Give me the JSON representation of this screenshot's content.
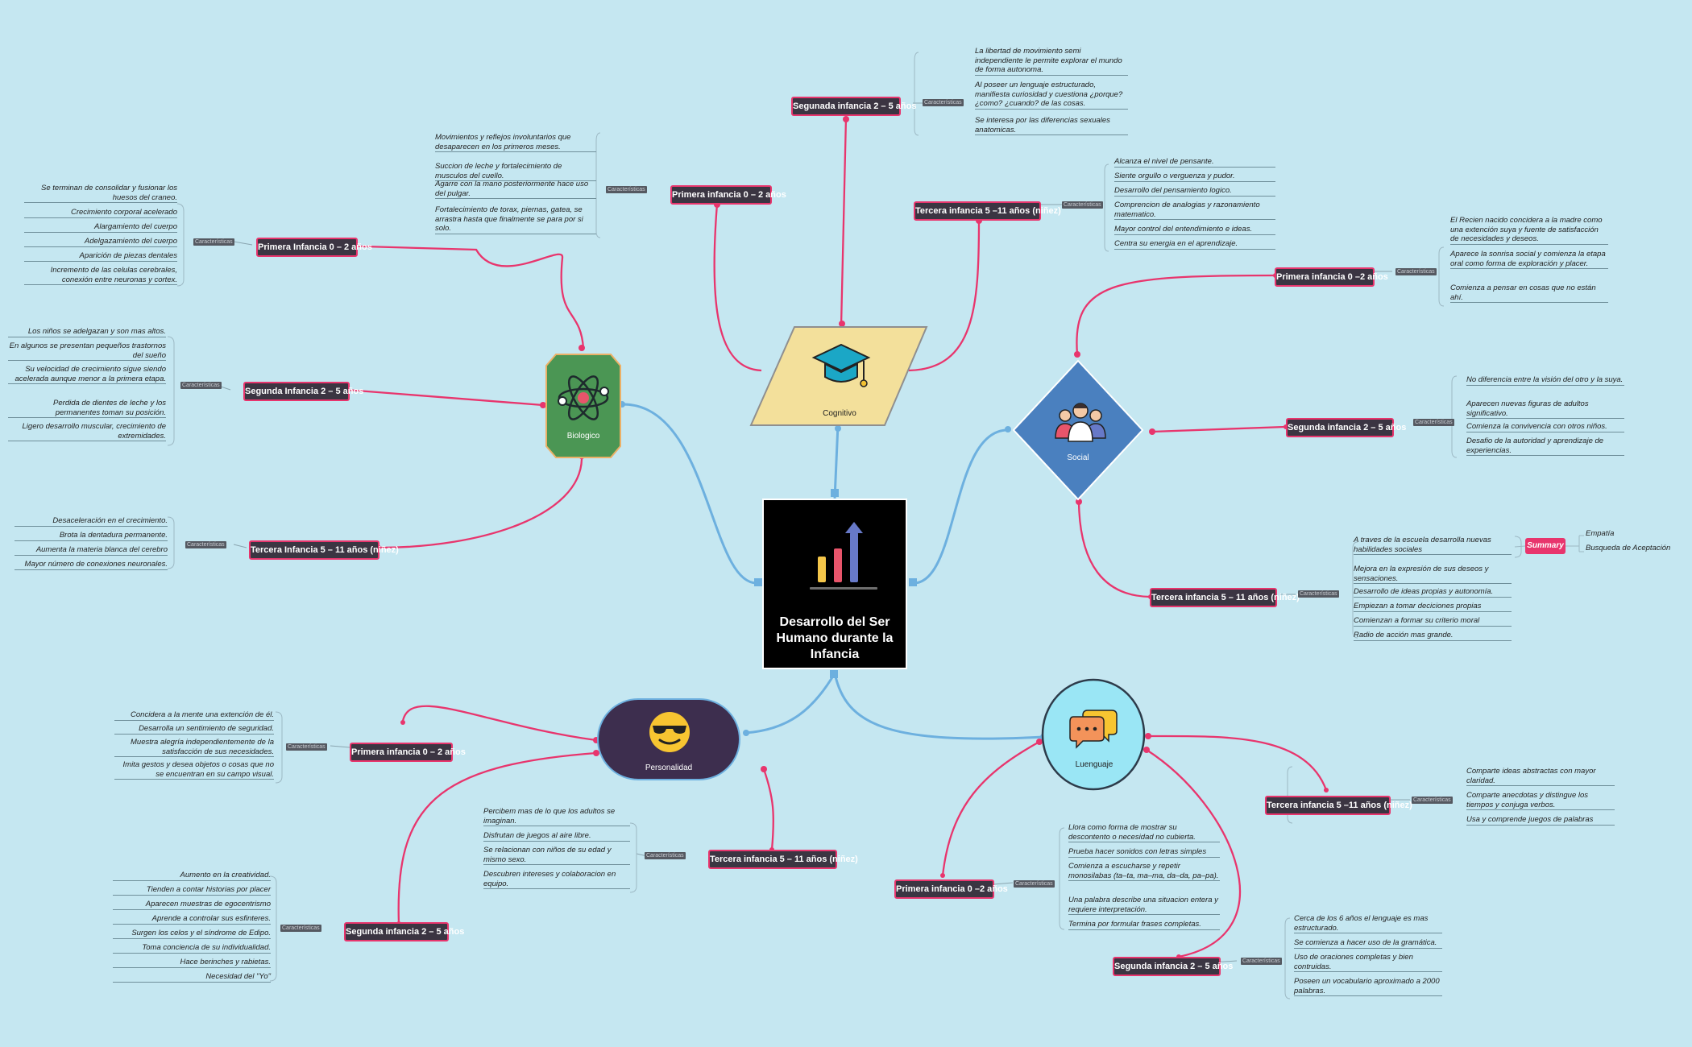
{
  "central": {
    "title": "Desarrollo del Ser Humano durante la Infancia"
  },
  "main": {
    "cognitivo": "Cognitivo",
    "biologico": "Biologico",
    "social": "Social",
    "personalidad": "Personalidad",
    "lenguaje": "Luenguaje"
  },
  "characteristics_label": "Características",
  "summary": {
    "label": "Summary",
    "items": [
      "Empatía",
      "Busqueda de Aceptación"
    ]
  },
  "cog": {
    "sub1": "Primera infancia 0 – 2 años",
    "sub1_items": [
      "Movimientos y reflejos involuntarios que desaparecen en los primeros meses.",
      "Succion de leche y fortalecimiento de musculos del cuello.",
      "Agarre con la mano posteriormente hace uso del pulgar.",
      "Fortalecimiento de torax, piernas, gatea, se arrastra hasta que finalmente se para por si solo."
    ],
    "sub2": "Segunada infancia 2 – 5 años",
    "sub2_items": [
      "La libertad de movimiento semi independiente le permite explorar el mundo de forma autonoma.",
      "Al poseer un lenguaje estructurado, manifiesta curiosidad y cuestiona ¿porque? ¿como? ¿cuando? de las cosas.",
      "Se interesa por las diferencias sexuales anatomicas."
    ],
    "sub3": "Tercera infancia 5 –11 años (niñez)",
    "sub3_items": [
      "Alcanza el nivel de pensante.",
      "Siente orgullo o verguenza y pudor.",
      "Desarrollo del pensamiento logico.",
      "Comprencion de analogias y razonamiento matematico.",
      "Mayor control del entendimiento e ideas.",
      "Centra su energia en el aprendizaje."
    ]
  },
  "bio": {
    "sub1": "Primera Infancia 0 – 2 años",
    "sub1_items": [
      "Se terminan de consolidar y fusionar los huesos del craneo.",
      "Crecimiento corporal acelerado",
      "Alargamiento del cuerpo",
      "Adelgazamiento del cuerpo",
      "Aparición de piezas dentales",
      "Incremento de las celulas cerebrales, conexión entre neuronas y cortex."
    ],
    "sub2": "Segunda Infancia 2 – 5 años",
    "sub2_items": [
      "Los niños se adelgazan y son mas altos.",
      "En algunos se presentan pequeños trastornos del sueño",
      "Su velocidad de crecimiento sigue siendo acelerada aunque menor a la primera etapa.",
      "Perdida de dientes de leche y los permanentes toman su posición.",
      "Ligero desarrollo muscular, crecimiento de extremidades."
    ],
    "sub3": "Tercera Infancia 5 – 11 años (niñez)",
    "sub3_items": [
      "Desaceleración en el crecimiento.",
      "Brota la dentadura permanente.",
      "Aumenta la materia blanca del cerebro",
      "Mayor número de conexiones neuronales."
    ]
  },
  "soc": {
    "sub1": "Primera infancia 0 –2 años",
    "sub1_items": [
      "El Recien nacido concidera a la madre como una extención suya y fuente de satisfacción de necesidades y deseos.",
      "Aparece la sonrisa social y comienza la etapa oral como forma de exploración y placer.",
      " Comienza a pensar en cosas que no están ahí."
    ],
    "sub2": "Segunda infancia 2 – 5 años",
    "sub2_items": [
      "No diferencia entre la visión del otro y la suya.",
      "Aparecen nuevas figuras de adultos significativo.",
      "Comienza la convivencia con otros niños.",
      "Desafio de la autoridad y aprendizaje de experiencias."
    ],
    "sub3": "Tercera infancia 5 – 11 años (niñez)",
    "sub3_items": [
      "A traves de la escuela desarrolla nuevas habilidades sociales",
      "Mejora en la expresión de sus deseos y sensaciones.",
      "Desarrollo de ideas propias y autonomía.",
      "Empiezan a tomar deciciones propias",
      "Comienzan a formar su criterio moral",
      "Radio de acción mas grande."
    ]
  },
  "per": {
    "sub1": "Primera infancia  0 – 2 años",
    "sub1_items": [
      "Concidera a la mente una extención de él.",
      "Desarrolla un sentimiento de seguridad.",
      "Muestra alegría independientemente de la satisfacción de sus necesidades.",
      "Imita gestos y desea objetos o cosas que no se encuentran en su campo visual."
    ],
    "sub2": "Segunda infancia 2 – 5 años",
    "sub2_items": [
      "Aumento en la creatividad.",
      "Tienden a contar historias por placer",
      "Aparecen muestras de egocentrismo",
      "Aprende a controlar sus esfinteres.",
      "Surgen los celos y el síndrome de Edipo.",
      "Toma conciencia de su individualidad.",
      "Hace berinches y rabietas.",
      "Necesidad del \"Yo\""
    ],
    "sub3": "Tercera infancia 5 – 11 años (niñez)",
    "sub3_items": [
      "Percibem mas de lo que los adultos se imaginan.",
      "Disfrutan de juegos al aire libre.",
      "Se relacionan con niños de su edad y mismo sexo.",
      "Descubren intereses y colaboracion en equipo."
    ]
  },
  "len": {
    "sub1": "Primera infancia 0 –2 años",
    "sub1_items": [
      "Llora como forma de mostrar su descontento o necesidad no cubierta.",
      "Prueba hacer sonidos con letras simples",
      "Comienza a escucharse y repetir monosilabas (ta–ta, ma–ma, da–da, pa–pa).",
      "Una palabra describe una situacion entera y requiere interpretación.",
      "Termina por formular frases completas."
    ],
    "sub2": "Segunda infancia 2 – 5 años",
    "sub2_items": [
      "Cerca de los 6 años el lenguaje es mas estructurado.",
      "Se comienza a hacer uso de la gramática.",
      "Uso de oraciones completas y bien contruidas.",
      "Poseen un vocabulario aproximado a 2000 palabras."
    ],
    "sub3": "Tercera infancia 5 –11 años (niñez)",
    "sub3_items": [
      "Comparte ideas abstractas con mayor claridad.",
      "Comparte anecdotas y distingue los tiempos y conjuga verbos.",
      "Usa y comprende juegos de palabras"
    ]
  }
}
